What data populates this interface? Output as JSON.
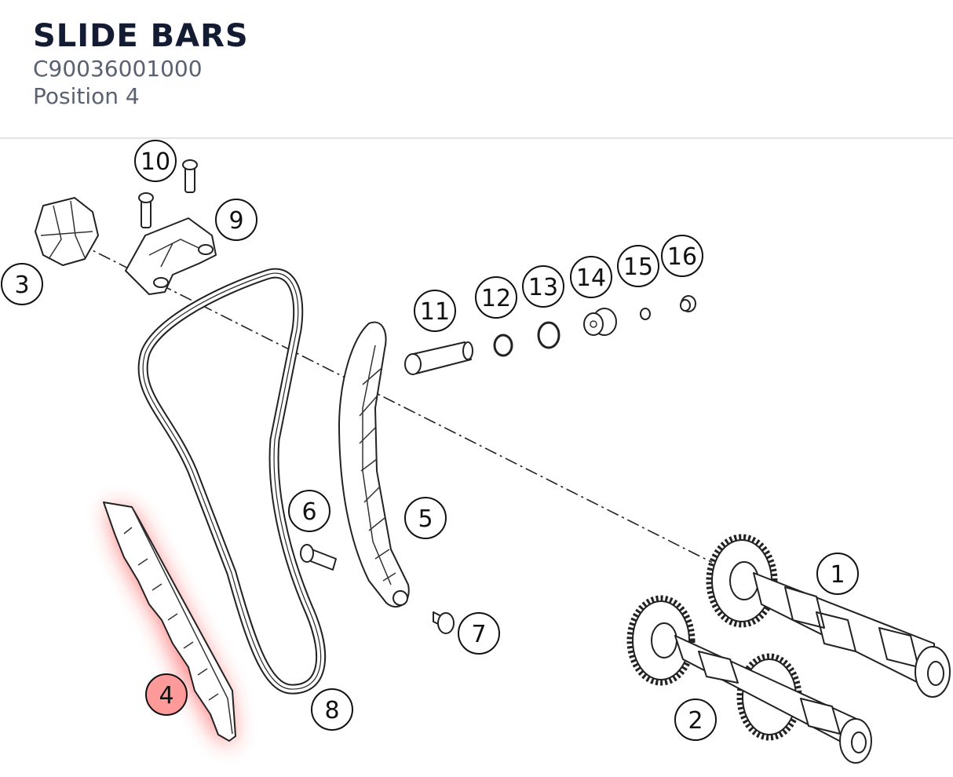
{
  "header": {
    "title": "SLIDE BARS",
    "part_number": "C90036001000",
    "position": "Position 4"
  },
  "highlight": {
    "item": "4",
    "color": "#ff2a2a"
  },
  "callouts": [
    "1",
    "2",
    "3",
    "4",
    "5",
    "6",
    "7",
    "8",
    "9",
    "10",
    "11",
    "12",
    "13",
    "14",
    "15",
    "16"
  ]
}
